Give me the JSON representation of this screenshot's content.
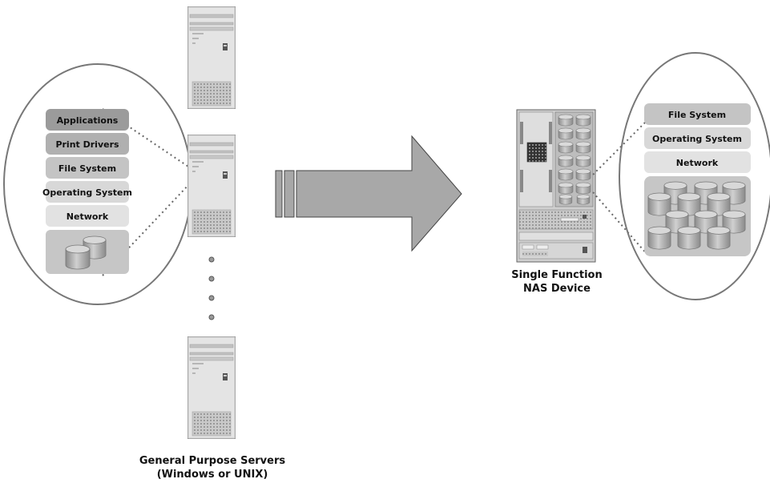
{
  "left_stack": {
    "layers": [
      "Applications",
      "Print Drivers",
      "File System",
      "Operating System",
      "Network"
    ]
  },
  "right_stack": {
    "layers": [
      "File System",
      "Operating System",
      "Network"
    ]
  },
  "captions": {
    "servers_line1": "General Purpose Servers",
    "servers_line2": "(Windows or UNIX)",
    "nas_line1": "Single Function",
    "nas_line2": "NAS Device"
  },
  "colors": {
    "layer_dark": "#9b9b9b",
    "layer_mid": "#b4b4b4",
    "layer_light": "#cfcfcf",
    "layer_lightest": "#e4e4e4",
    "storage_panel": "#c6c6c6",
    "arrow_fill": "#a8a8a8",
    "outline": "#555555"
  },
  "icons": [
    "server-tower-icon",
    "nas-cabinet-icon",
    "disk-cylinder-icon",
    "ellipsis-dots-icon",
    "right-arrow-icon"
  ]
}
